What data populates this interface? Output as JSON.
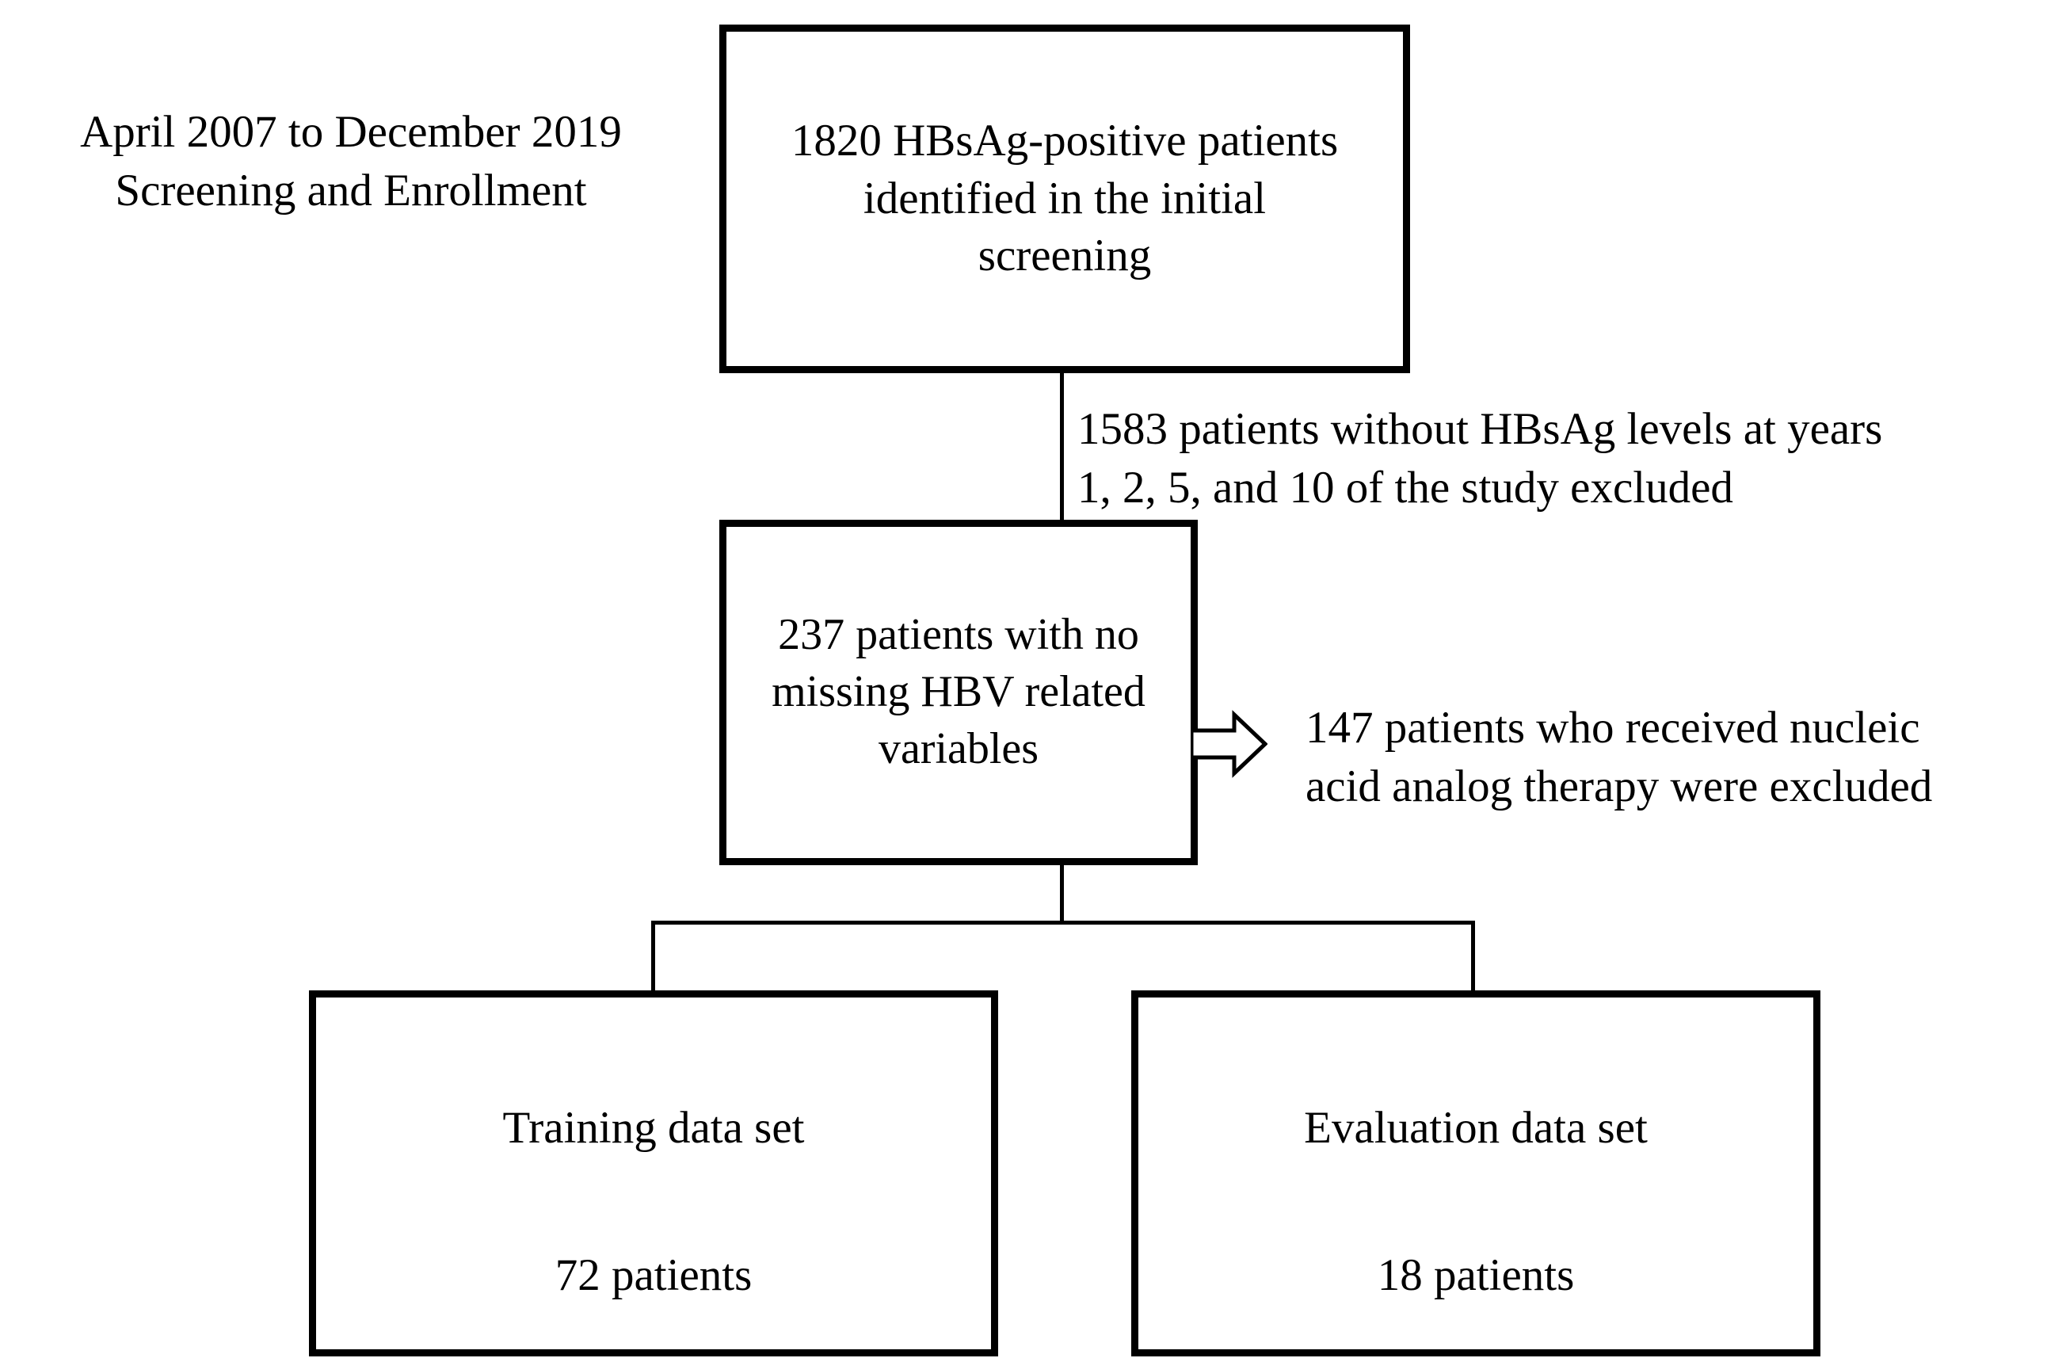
{
  "figure": {
    "type": "flowchart",
    "title": "Patient screening, enrollment and data set allocation flow diagram",
    "background_color": "#ffffff",
    "line_color": "#000000",
    "text_color": "#000000"
  },
  "labels": {
    "study_period": "April 2007 to December 2019\nScreening and Enrollment",
    "exclusion_1583": "1583 patients without HBsAg levels at years\n1, 2, 5, and 10 of the study excluded",
    "exclusion_147": "147 patients who received nucleic\nacid analog therapy were excluded"
  },
  "boxes": {
    "top": {
      "text": "1820 HBsAg-positive patients\nidentified in the initial\nscreening",
      "count": 1820,
      "description": "HBsAg-positive patients identified in the initial screening"
    },
    "middle": {
      "text": "237 patients with no\nmissing HBV related\nvariables",
      "count": 237,
      "description": "patients with no missing HBV related variables"
    },
    "training": {
      "title": "Training data set",
      "count_text": "72 patients",
      "count": 72
    },
    "evaluation": {
      "title": "Evaluation data  set",
      "count_text": "18 patients",
      "count": 18
    }
  },
  "icons": {
    "exclusion_arrow": "block-arrow-right-icon"
  },
  "chart_data": {
    "type": "diagram",
    "nodes": [
      {
        "id": "screened",
        "label": "1820 HBsAg-positive patients identified in the initial screening",
        "value": 1820
      },
      {
        "id": "complete",
        "label": "237 patients with no missing HBV related variables",
        "value": 237
      },
      {
        "id": "training",
        "label": "Training data set",
        "value": 72
      },
      {
        "id": "evaluation",
        "label": "Evaluation data  set",
        "value": 18
      }
    ],
    "exclusions": [
      {
        "from": "screened",
        "label": "1583 patients without HBsAg levels at years 1, 2, 5, and 10 of the study excluded",
        "value": 1583
      },
      {
        "from": "complete",
        "label": "147 patients who received nucleic acid analog therapy were excluded",
        "value": 147
      }
    ],
    "edges": [
      {
        "from": "screened",
        "to": "complete"
      },
      {
        "from": "complete",
        "to": "training"
      },
      {
        "from": "complete",
        "to": "evaluation"
      }
    ]
  }
}
